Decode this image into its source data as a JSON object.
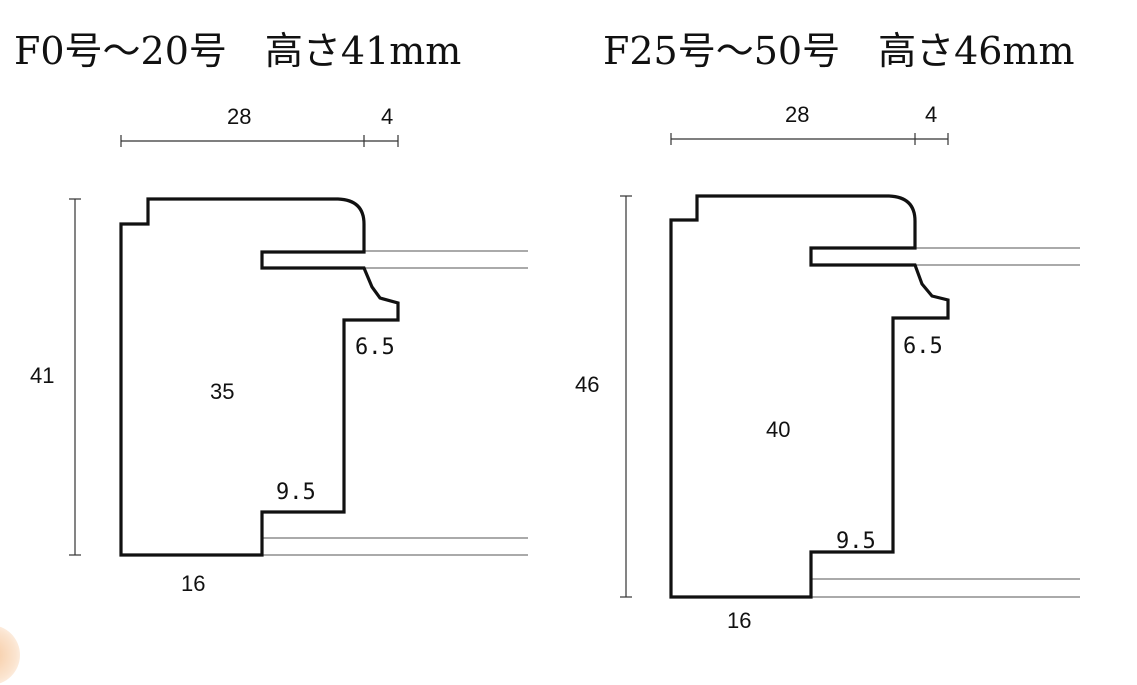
{
  "titles": {
    "left": "F0号〜20号　高さ41mm",
    "right": "F25号〜50号　高さ46mm"
  },
  "left_profile": {
    "width_label": "28",
    "lip_label": "4",
    "height_label": "41",
    "inner_height_label": "35",
    "rebate_label": "6.5",
    "step_label": "9.5",
    "base_label": "16"
  },
  "right_profile": {
    "width_label": "28",
    "lip_label": "4",
    "height_label": "46",
    "inner_height_label": "40",
    "rebate_label": "6.5",
    "step_label": "9.5",
    "base_label": "16"
  },
  "colors": {
    "outline": "#111111",
    "dimension_line": "#333333",
    "glass_line": "#555555"
  }
}
